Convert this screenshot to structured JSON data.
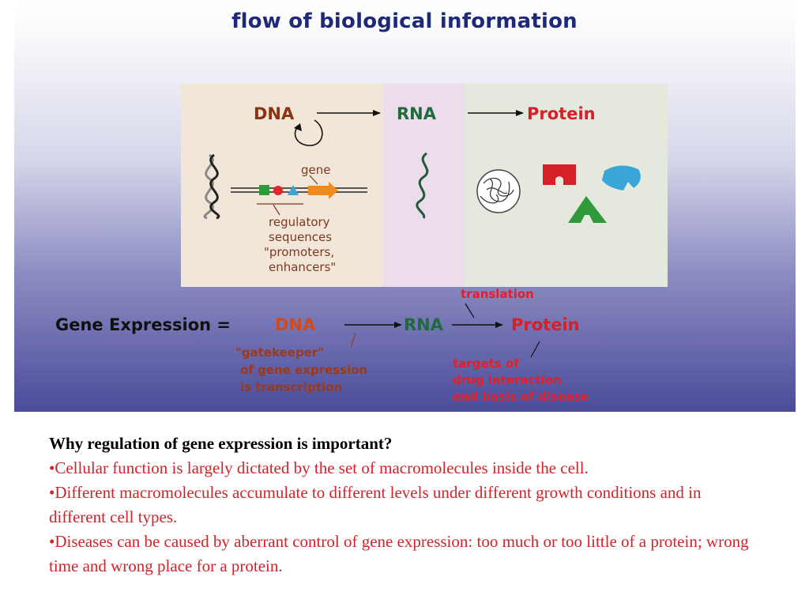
{
  "figure": {
    "title": "flow of biological information",
    "top_flow": {
      "dna": "DNA",
      "rna": "RNA",
      "protein": "Protein"
    },
    "gene_label": "gene",
    "regulatory_label": [
      "regulatory",
      "sequences",
      "\"promoters,",
      "enhancers\""
    ],
    "gene_expression": {
      "prefix": "Gene Expression = ",
      "dna": "DNA",
      "rna": "RNA",
      "protein": "Protein",
      "translation": "translation",
      "gatekeeper": [
        "\"gatekeeper\"",
        "of gene expression",
        "is transcription"
      ],
      "targets": [
        "targets of",
        "drug interaction",
        "and basis of disease"
      ]
    },
    "colors": {
      "dna": "#8a3412",
      "rna": "#1f6b3c",
      "protein": "#d42027",
      "title": "#1e2a78"
    }
  },
  "text": {
    "heading": "Why regulation of gene expression is important?",
    "bullets": [
      "•Cellular function is largely dictated by the set of macromolecules inside the cell.",
      "•Different macromolecules accumulate to different levels under different growth conditions and in different cell types.",
      "•Diseases can be caused by aberrant control of gene expression: too much or too little of a protein; wrong time and wrong place for a protein."
    ]
  }
}
